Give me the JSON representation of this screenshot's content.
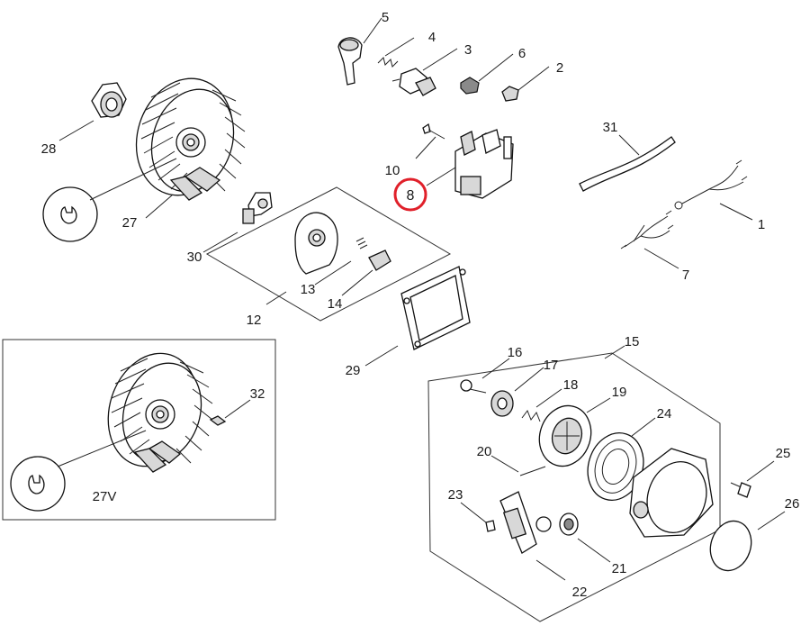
{
  "callouts": {
    "c1": "1",
    "c2": "2",
    "c3": "3",
    "c4": "4",
    "c5": "5",
    "c6": "6",
    "c7": "7",
    "c8": "8",
    "c10": "10",
    "c12": "12",
    "c13": "13",
    "c14": "14",
    "c15": "15",
    "c16": "16",
    "c17": "17",
    "c18": "18",
    "c19": "19",
    "c20": "20",
    "c21": "21",
    "c22": "22",
    "c23": "23",
    "c24": "24",
    "c25": "25",
    "c26": "26",
    "c27": "27",
    "c27v": "27V",
    "c28": "28",
    "c29": "29",
    "c30": "30",
    "c31": "31",
    "c32": "32"
  },
  "highlight": {
    "color": "#e0202a",
    "callout": "8"
  },
  "icons": [
    "key-slot-detail-icon",
    "flywheel-icon",
    "ignition-coil-icon",
    "spark-plug-icon",
    "starter-housing-icon"
  ]
}
